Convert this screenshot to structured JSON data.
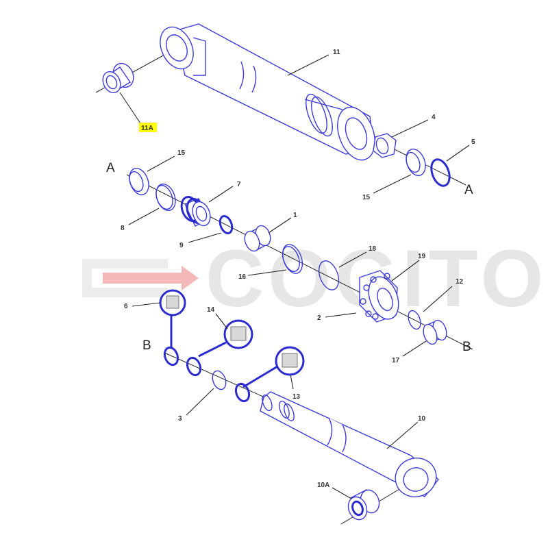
{
  "watermark": {
    "text": "COGITO",
    "color": "#e6e6e6",
    "arrow_color": "#f4b8b8"
  },
  "accent": {
    "part_outline": "#3a3ad8",
    "highlight": "#ffff00"
  },
  "callouts": {
    "p11": "11",
    "p11a": "11A",
    "p4": "4",
    "p5": "5",
    "p15a": "15",
    "p15b": "15",
    "p7": "7",
    "p8": "8",
    "p9": "9",
    "p1": "1",
    "p18": "18",
    "p16": "16",
    "p19": "19",
    "p2": "2",
    "p12": "12",
    "p17": "17",
    "p6": "6",
    "p14": "14",
    "p13": "13",
    "p3": "3",
    "p10": "10",
    "p10a": "10A"
  },
  "section_marks": {
    "a1": "A",
    "a2": "A",
    "b1": "B",
    "b2": "B"
  }
}
